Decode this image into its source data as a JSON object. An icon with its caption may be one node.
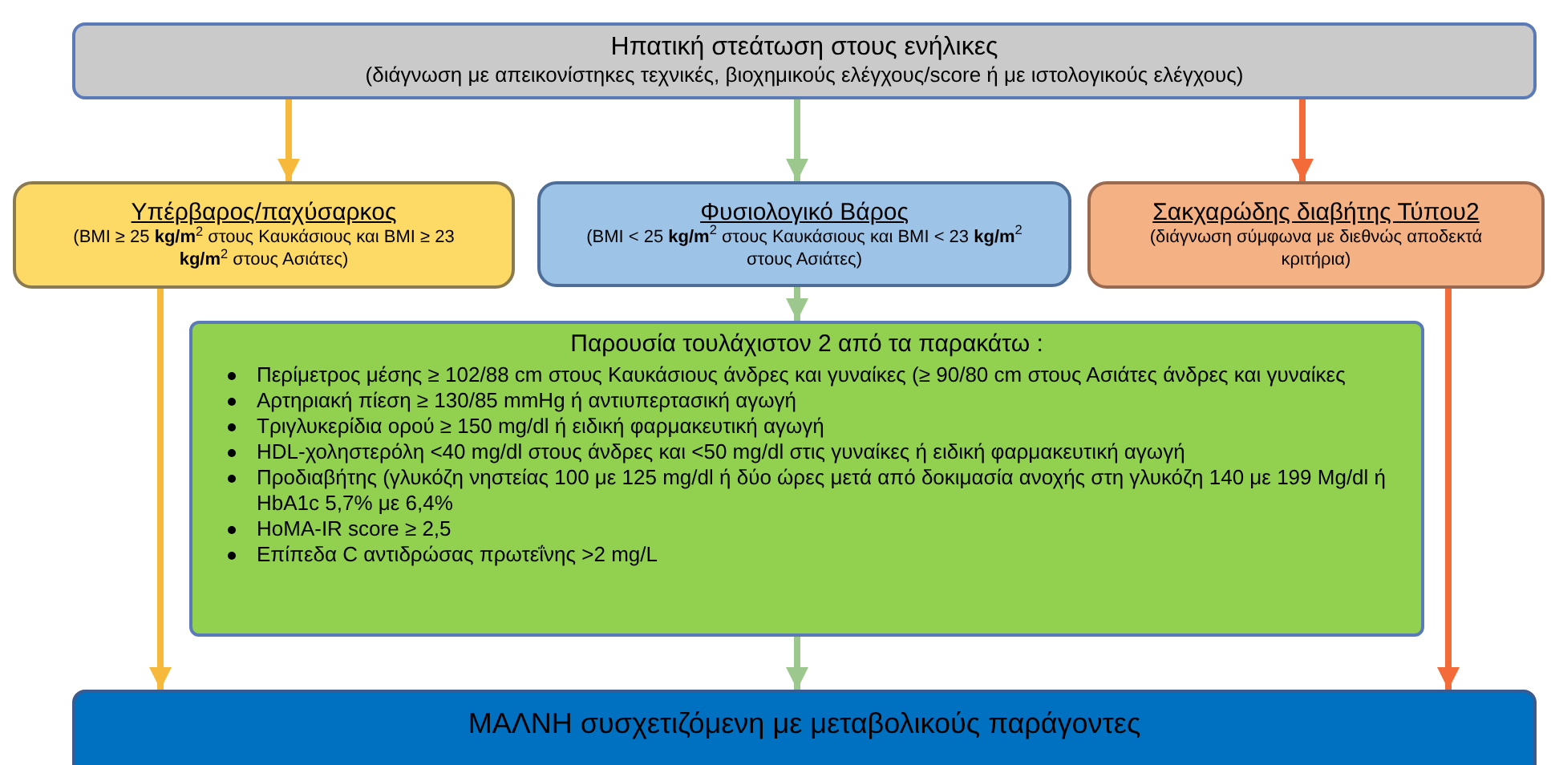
{
  "diagram": {
    "nodes": [
      {
        "text": [
          "Ηπατική στεάτωση στους ενήλικες",
          "(διάγνωση με απεικονίστηκες τεχνικές, βιοχημικούς ελέγχους/score ή με ιστολογικούς ελέγχους)"
        ]
      },
      {
        "text": [
          "Υπέρβαρος/παχύσαρκος",
          "(BMI ≥ 25 **kg/m**$^{2}$  στους Καυκάσιους και BMI ≥ 23 **kg/m**$^{2}$ στους Ασιάτες)"
        ]
      },
      {
        "text": [
          "Φυσιολογικό Βάρος",
          "(BMI < 25 **kg/m**$^{2}$  στους Καυκάσιους και BMI < 23 **kg/m**$^{2}$ στους Ασιάτες)"
        ]
      },
      {
        "text": [
          "Σακχαρώδης διαβήτης Τύπου2",
          "(διάγνωση σύμφωνα με διεθνώς αποδεκτά κριτήρια)"
        ]
      },
      {
        "text": [
          "Παρουσία τουλάχιστον 2 από τα παρακάτω :",
          "Περίμετρος μέσης ≥ 102/88 cm στους Καυκάσιους άνδρες και γυναίκες (≥ 90/80 cm στους Ασιάτες άνδρες και γυναίκες",
          "Αρτηριακή πίεση ≥ 130/85 mmHg ή αντιυπερτασική αγωγή",
          "Τριγλυκερίδια ορού ≥ 150 mg/dl ή ειδική φαρμακευτική αγωγή",
          "HDL-χοληστερόλη <40 mg/dl στους άνδρες και <50 mg/dl στις γυναίκες ή ειδική φαρμακευτική αγωγή",
          "Προδιαβήτης (γλυκόζη νηστείας 100 με 125 mg/dl ή δύο ώρες μετά από δοκιμασία ανοχής στη γλυκόζη 140 με 199 Mg/dl ή HbA1c 5,7% με  6,4%",
          "HoMA-IR score ≥ 2,5",
          "Επίπεδα C αντιδρώσας πρωτεΐνης >2 mg/L"
        ]
      },
      {
        "text": [
          "ΜΑΛΝΗ συσχετιζόμενη με  μεταβολικούς παράγοντες"
        ]
      }
    ],
    "edges": [
      {
        "from": 0,
        "to": 1,
        "arrow": "to",
        "color": "#f6b93b"
      },
      {
        "from": 0,
        "to": 2,
        "arrow": "to",
        "color": "#9dc88d"
      },
      {
        "from": 0,
        "to": 3,
        "arrow": "to",
        "color": "#f26b38"
      },
      {
        "from": 1,
        "to": 5,
        "arrow": "to",
        "color": "#f6b93b"
      },
      {
        "from": 2,
        "to": 4,
        "arrow": "to",
        "color": "#9dc88d"
      },
      {
        "from": 4,
        "to": 5,
        "arrow": "to",
        "color": "#9dc88d"
      },
      {
        "from": 3,
        "to": 5,
        "arrow": "to",
        "color": "#f26b38"
      }
    ]
  }
}
